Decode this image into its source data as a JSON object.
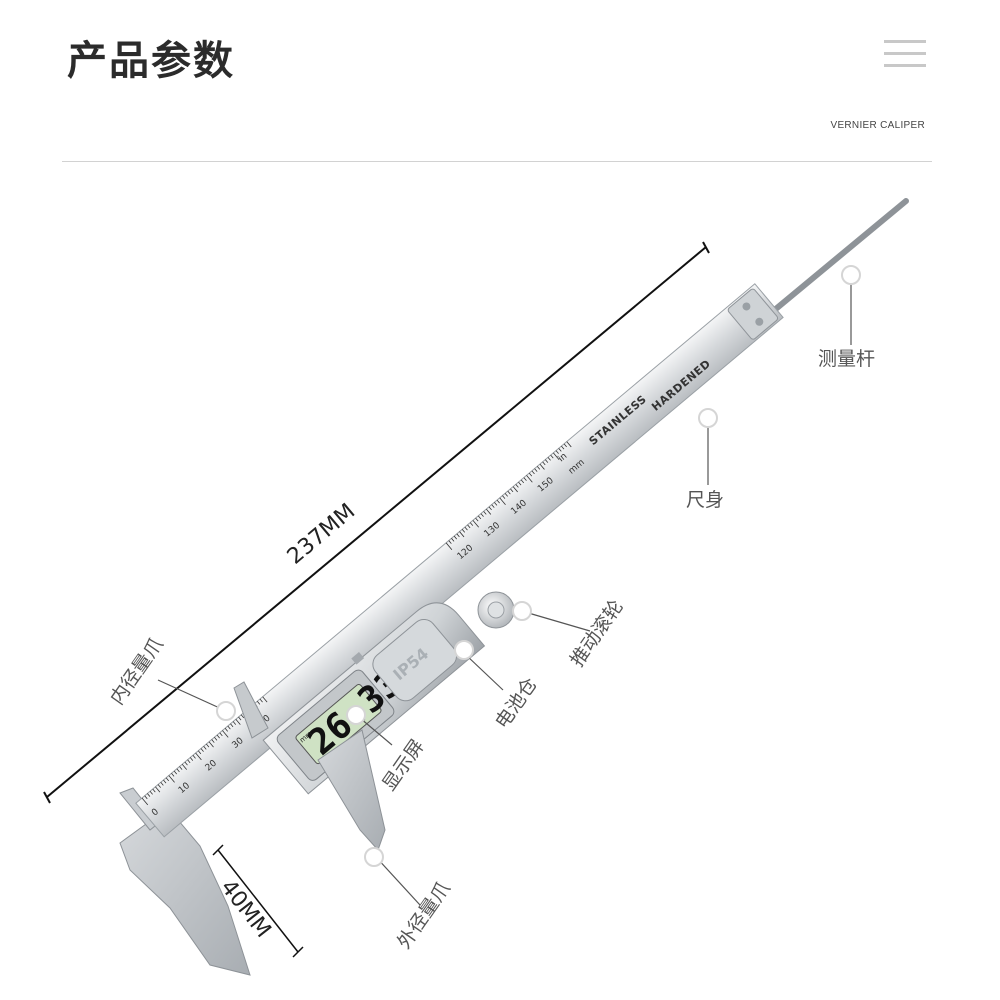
{
  "header": {
    "title": "产品参数",
    "subtitle": "VERNIER CALIPER"
  },
  "dimensions": {
    "length": "237MM",
    "jaw_depth": "40MM"
  },
  "labels": {
    "depth_rod": "测量杆",
    "ruler_body": "尺身",
    "thumb_roller": "推动滚轮",
    "battery": "电池仓",
    "display": "显示屏",
    "inner_jaw": "内径量爪",
    "outer_jaw": "外径量爪"
  },
  "device": {
    "reading": "26.33",
    "unit": "mm",
    "rating": "IP54",
    "brand_line1": "STAINLESS",
    "brand_line2": "HARDENED",
    "scale_in": "in",
    "scale_mm": "mm",
    "ticks_top": [
      "0",
      "10",
      "20",
      "30",
      "40"
    ],
    "ticks_bottom": [
      "120",
      "130",
      "140",
      "150"
    ]
  },
  "colors": {
    "steel": "#d9dcdf",
    "steel_dark": "#a3a8ad",
    "lcd": "#cfe2c4",
    "text": "#555555"
  }
}
